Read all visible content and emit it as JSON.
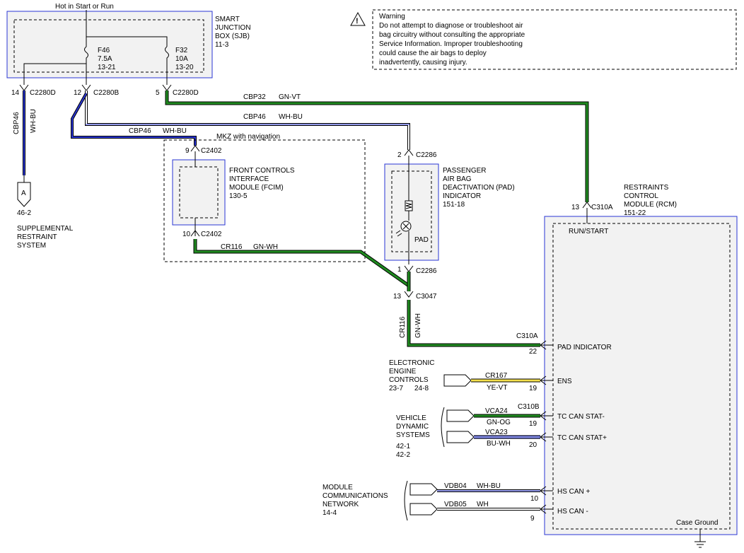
{
  "colors": {
    "module_border": "#2a36d4",
    "wire_outline": "#000000",
    "wh_bu": "#2a36d4",
    "gn_vt": "#1f8a1f",
    "gn_wh": "#1f8a1f",
    "ye_vt": "#f4e04d",
    "gn_og": "#1f8a1f",
    "bu_wh": "#2a36d4",
    "wh": "#ffffff"
  },
  "labels": {
    "hot_in_start": "Hot in Start or Run",
    "sjb_l1": "SMART",
    "sjb_l2": "JUNCTION",
    "sjb_l3": "BOX (SJB)",
    "sjb_l4": "11-3",
    "f46_l1": "F46",
    "f46_l2": "7.5A",
    "f46_l3": "13-21",
    "f32_l1": "F32",
    "f32_l2": "10A",
    "f32_l3": "13-20",
    "warn_l1": "Warning",
    "warn_l2": "Do not attempt to diagnose or troubleshoot air",
    "warn_l3": "bag circuitry without consulting the appropriate",
    "warn_l4": "Service Information.  Improper troubleshooting",
    "warn_l5": "could cause the air bags to deploy",
    "warn_l6": "inadvertently, causing injury.",
    "pin14": "14",
    "c2280d_a": "C2280D",
    "pin12": "12",
    "c2280b": "C2280B",
    "pin5": "5",
    "c2280d_b": "C2280D",
    "cbp32": "CBP32",
    "gn_vt": "GN-VT",
    "cbp46_a": "CBP46",
    "wh_bu_a": "WH-BU",
    "cbp46_b": "CBP46",
    "wh_bu_b": "WH-BU",
    "cbp46_v": "CBP46",
    "wh_bu_v": "WH-BU",
    "mkz_nav": "MKZ with navigation",
    "pin9": "9",
    "c2402_a": "C2402",
    "fcim_l1": "FRONT CONTROLS",
    "fcim_l2": "INTERFACE",
    "fcim_l3": "MODULE (FCIM)",
    "fcim_l4": "130-5",
    "pin10": "10",
    "c2402_b": "C2402",
    "cr116_a": "CR116",
    "gn_wh_a": "GN-WH",
    "pin2": "2",
    "c2286_a": "C2286",
    "pad_l1": "PASSENGER",
    "pad_l2": "AIR BAG",
    "pad_l3": "DEACTIVATION (PAD)",
    "pad_l4": "INDICATOR",
    "pad_l5": "151-18",
    "pad": "PAD",
    "pin1": "1",
    "c2286_b": "C2286",
    "pin13_a": "13",
    "c3047": "C3047",
    "cr116_v": "CR116",
    "gn_wh_v": "GN-WH",
    "conn_a": "A",
    "page_462": "46-2",
    "srs_l1": "SUPPLEMENTAL",
    "srs_l2": "RESTRAINT",
    "srs_l3": "SYSTEM",
    "pin13_b": "13",
    "c310a_a": "C310A",
    "rcm_l1": "RESTRAINTS",
    "rcm_l2": "CONTROL",
    "rcm_l3": "MODULE (RCM)",
    "rcm_l4": "151-22",
    "run_start": "RUN/START",
    "c310a_b": "C310A",
    "pad_indicator": "PAD INDICATOR",
    "pin22": "22",
    "eec_l1": "ELECTRONIC",
    "eec_l2": "ENGINE",
    "eec_l3": "CONTROLS",
    "eec_pg_a": "23-7",
    "eec_pg_b": "24-8",
    "cr167": "CR167",
    "ye_vt": "YE-VT",
    "ens": "ENS",
    "pin19_a": "19",
    "c310b": "C310B",
    "vds_l1": "VEHICLE",
    "vds_l2": "DYNAMIC",
    "vds_l3": "SYSTEMS",
    "vds_pg_a": "42-1",
    "vds_pg_b": "42-2",
    "vca24": "VCA24",
    "gn_og": "GN-OG",
    "pin19_b": "19",
    "tc_can_stat_minus": "TC CAN STAT-",
    "vca23": "VCA23",
    "bu_wh": "BU-WH",
    "pin20": "20",
    "tc_can_stat_plus": "TC CAN STAT+",
    "mcn_l1": "MODULE",
    "mcn_l2": "COMMUNICATIONS",
    "mcn_l3": "NETWORK",
    "mcn_l4": "14-4",
    "vdb04": "VDB04",
    "wh_bu_c": "WH-BU",
    "pin10_b": "10",
    "hs_can_plus": "HS CAN +",
    "vdb05": "VDB05",
    "wh": "WH",
    "pin9_b": "9",
    "hs_can_minus": "HS CAN -",
    "case_ground": "Case Ground"
  }
}
